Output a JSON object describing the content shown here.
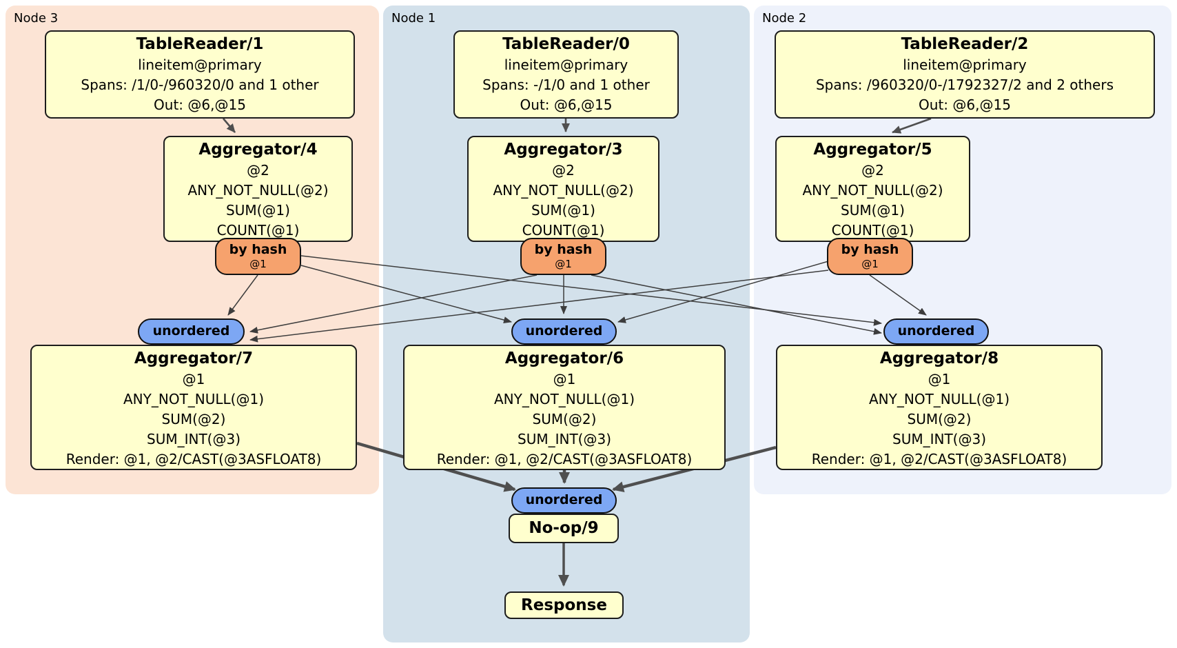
{
  "groups": {
    "node3": {
      "label": "Node 3"
    },
    "node1": {
      "label": "Node 1"
    },
    "node2": {
      "label": "Node 2"
    }
  },
  "boxes": {
    "tr1": {
      "title": "TableReader/1",
      "lines": [
        "lineitem@primary",
        "Spans: /1/0-/960320/0 and 1 other",
        "Out: @6,@15"
      ]
    },
    "tr0": {
      "title": "TableReader/0",
      "lines": [
        "lineitem@primary",
        "Spans: -/1/0 and 1 other",
        "Out: @6,@15"
      ]
    },
    "tr2": {
      "title": "TableReader/2",
      "lines": [
        "lineitem@primary",
        "Spans: /960320/0-/1792327/2 and 2 others",
        "Out: @6,@15"
      ]
    },
    "agg4": {
      "title": "Aggregator/4",
      "lines": [
        "@2",
        "ANY_NOT_NULL(@2)",
        "SUM(@1)",
        "COUNT(@1)"
      ]
    },
    "agg3": {
      "title": "Aggregator/3",
      "lines": [
        "@2",
        "ANY_NOT_NULL(@2)",
        "SUM(@1)",
        "COUNT(@1)"
      ]
    },
    "agg5": {
      "title": "Aggregator/5",
      "lines": [
        "@2",
        "ANY_NOT_NULL(@2)",
        "SUM(@1)",
        "COUNT(@1)"
      ]
    },
    "agg7": {
      "title": "Aggregator/7",
      "lines": [
        "@1",
        "ANY_NOT_NULL(@1)",
        "SUM(@2)",
        "SUM_INT(@3)",
        "Render: @1, @2/CAST(@3ASFLOAT8)"
      ]
    },
    "agg6": {
      "title": "Aggregator/6",
      "lines": [
        "@1",
        "ANY_NOT_NULL(@1)",
        "SUM(@2)",
        "SUM_INT(@3)",
        "Render: @1, @2/CAST(@3ASFLOAT8)"
      ]
    },
    "agg8": {
      "title": "Aggregator/8",
      "lines": [
        "@1",
        "ANY_NOT_NULL(@1)",
        "SUM(@2)",
        "SUM_INT(@3)",
        "Render: @1, @2/CAST(@3ASFLOAT8)"
      ]
    },
    "noop": {
      "title": "No-op/9"
    },
    "response": {
      "title": "Response"
    }
  },
  "pills": {
    "byhash_left": {
      "label": "by hash",
      "sub": "@1"
    },
    "byhash_center": {
      "label": "by hash",
      "sub": "@1"
    },
    "byhash_right": {
      "label": "by hash",
      "sub": "@1"
    },
    "unordered_left": {
      "label": "unordered"
    },
    "unordered_center": {
      "label": "unordered"
    },
    "unordered_right": {
      "label": "unordered"
    },
    "unordered_bottom": {
      "label": "unordered"
    }
  },
  "colors": {
    "node3_bg": "#fce4d5",
    "node1_bg": "#d3e1eb",
    "node2_bg": "#eef2fb",
    "box_bg": "#ffffce",
    "box_border": "#1c1c1c",
    "hash_pill": "#f6a26d",
    "unordered_pill": "#7da7f4",
    "edge_thin": "#3d3d3d",
    "edge_thick": "#4f4f4f"
  },
  "edges": [
    {
      "from": "TableReader/1",
      "to": "Aggregator/4"
    },
    {
      "from": "TableReader/0",
      "to": "Aggregator/3"
    },
    {
      "from": "TableReader/2",
      "to": "Aggregator/5"
    },
    {
      "from": "by hash (Aggregator/4)",
      "to": "unordered (Node 3)"
    },
    {
      "from": "by hash (Aggregator/4)",
      "to": "unordered (Node 1)"
    },
    {
      "from": "by hash (Aggregator/4)",
      "to": "unordered (Node 2)"
    },
    {
      "from": "by hash (Aggregator/3)",
      "to": "unordered (Node 3)"
    },
    {
      "from": "by hash (Aggregator/3)",
      "to": "unordered (Node 1)"
    },
    {
      "from": "by hash (Aggregator/3)",
      "to": "unordered (Node 2)"
    },
    {
      "from": "by hash (Aggregator/5)",
      "to": "unordered (Node 3)"
    },
    {
      "from": "by hash (Aggregator/5)",
      "to": "unordered (Node 1)"
    },
    {
      "from": "by hash (Aggregator/5)",
      "to": "unordered (Node 2)"
    },
    {
      "from": "Aggregator/7",
      "to": "unordered (No-op/9)"
    },
    {
      "from": "Aggregator/6",
      "to": "unordered (No-op/9)"
    },
    {
      "from": "Aggregator/8",
      "to": "unordered (No-op/9)"
    },
    {
      "from": "No-op/9",
      "to": "Response"
    }
  ]
}
